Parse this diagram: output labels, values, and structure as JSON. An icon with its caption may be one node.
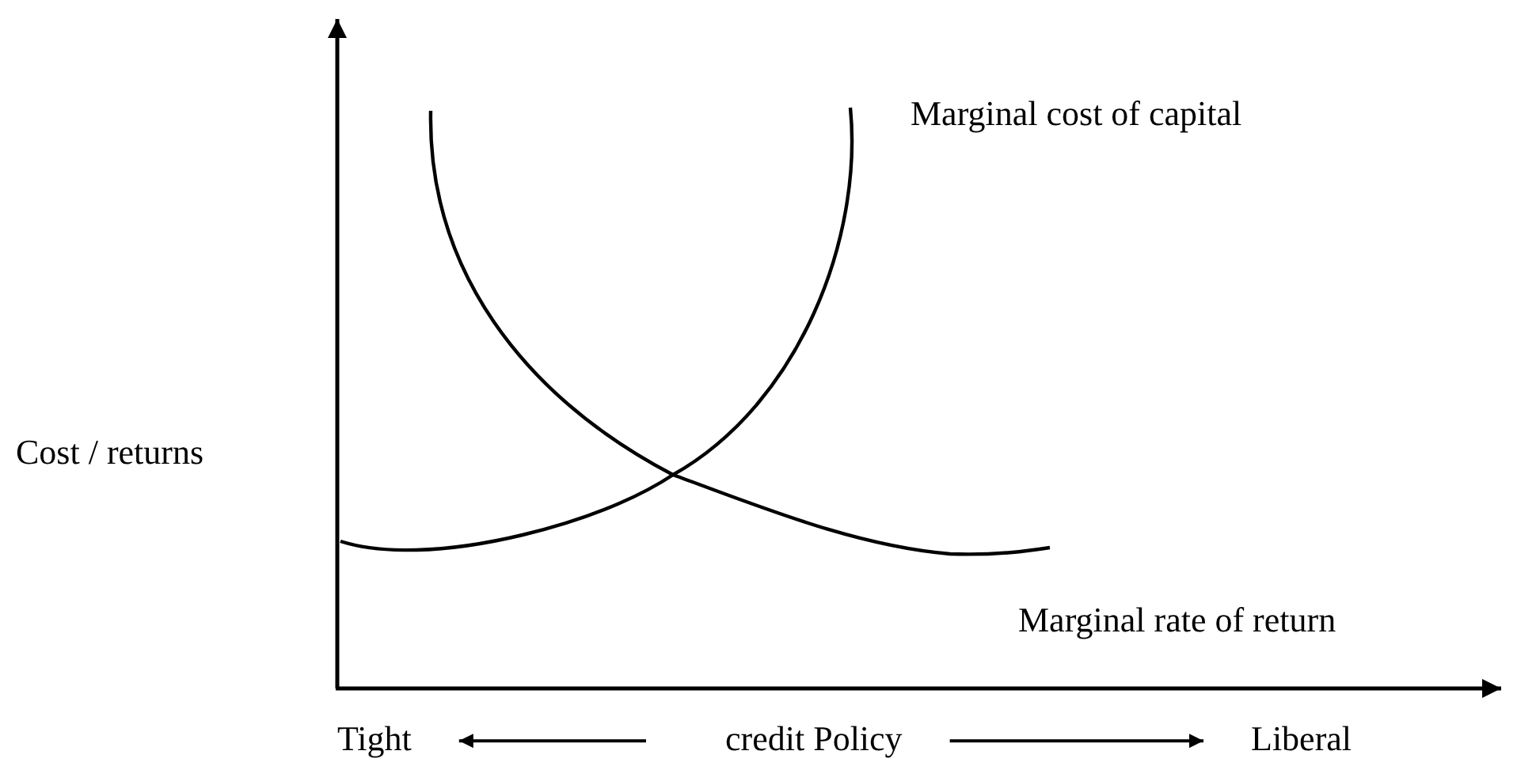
{
  "diagram": {
    "nodes": [
      {
        "text": [
          "Tight"
        ]
      },
      {
        "text": [
          "credit Policy"
        ]
      },
      {
        "text": [
          "Liberal"
        ]
      }
    ],
    "edges": [
      {
        "from": 1,
        "to": 0,
        "arrow": "to"
      },
      {
        "from": 1,
        "to": 2,
        "arrow": "to"
      }
    ],
    "labels": [
      "Marginal cost of capital",
      "Cost / returns",
      "Marginal rate of return"
    ]
  }
}
